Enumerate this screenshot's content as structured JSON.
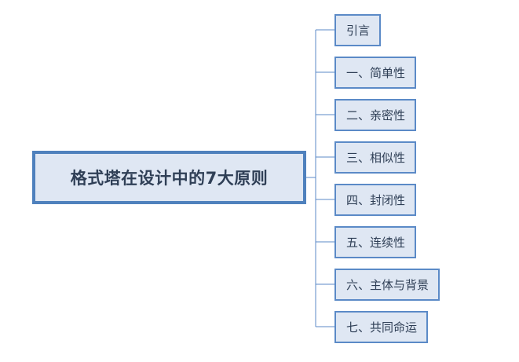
{
  "root": {
    "label": "格式塔在设计中的7大原则"
  },
  "children": [
    {
      "label": "引言"
    },
    {
      "label": "一、简单性"
    },
    {
      "label": "二、亲密性"
    },
    {
      "label": "三、相似性"
    },
    {
      "label": "四、封闭性"
    },
    {
      "label": "五、连续性"
    },
    {
      "label": "六、主体与背景"
    },
    {
      "label": "七、共同命运"
    }
  ],
  "colors": {
    "node_fill": "#dfe7f3",
    "node_border": "#4f81bd",
    "connector": "#5b8ac7",
    "text": "#2f3f56"
  }
}
